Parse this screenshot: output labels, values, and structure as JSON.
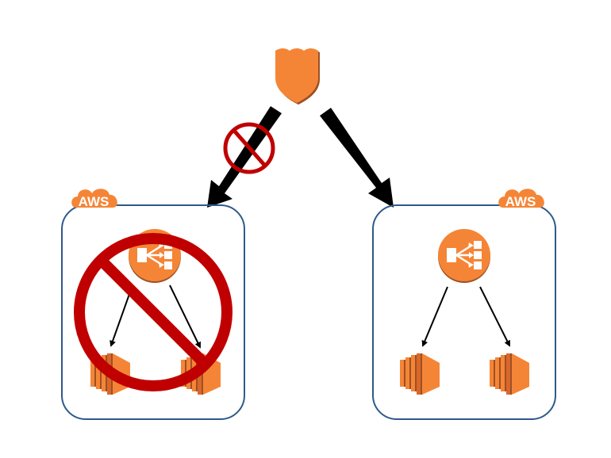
{
  "colors": {
    "orange": "#F58536",
    "orange_dark": "#9D5025",
    "orange_mid": "#D9672A",
    "region_border": "#2E5A8A",
    "prohibit_red": "#C00000",
    "arrow": "#000000"
  },
  "diagram": {
    "top_node": {
      "icon": "route53-shield-icon"
    },
    "regions": [
      {
        "id": "left",
        "badge": "AWS",
        "status": "blocked",
        "load_balancer": "elb-icon",
        "instances": [
          "ec2-instance-icon",
          "ec2-instance-icon"
        ]
      },
      {
        "id": "right",
        "badge": "AWS",
        "status": "active",
        "load_balancer": "elb-icon",
        "instances": [
          "ec2-instance-icon",
          "ec2-instance-icon"
        ]
      }
    ],
    "connections": [
      {
        "from": "top_node",
        "to": "left",
        "blocked": true
      },
      {
        "from": "top_node",
        "to": "right",
        "blocked": false
      }
    ]
  }
}
